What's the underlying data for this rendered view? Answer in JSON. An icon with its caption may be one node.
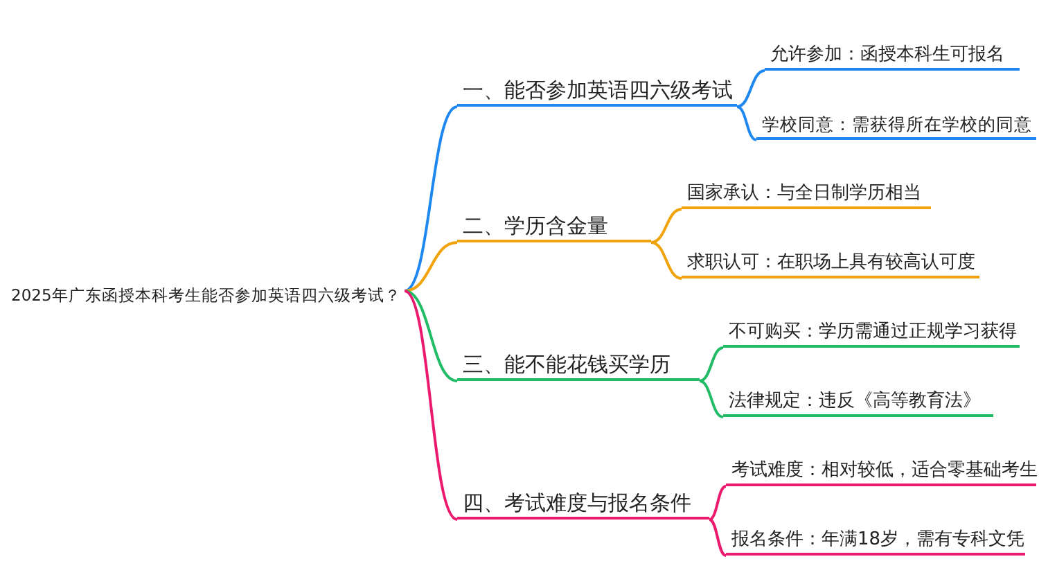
{
  "diagram": {
    "nodes": [
      {
        "text": [
          "2025年广东函授本科考生能否参加英语四六级考试？"
        ]
      },
      {
        "text": [
          "一、能否参加英语四六级考试"
        ]
      },
      {
        "text": [
          "允许参加：函授本科生可报名"
        ]
      },
      {
        "text": [
          "学校同意：需获得所在学校的同意"
        ]
      },
      {
        "text": [
          "二、学历含金量"
        ]
      },
      {
        "text": [
          "国家承认：与全日制学历相当"
        ]
      },
      {
        "text": [
          "求职认可：在职场上具有较高认可度"
        ]
      },
      {
        "text": [
          "三、能不能花钱买学历"
        ]
      },
      {
        "text": [
          "不可购买：学历需通过正规学习获得"
        ]
      },
      {
        "text": [
          "法律规定：违反《高等教育法》"
        ]
      },
      {
        "text": [
          "四、考试难度与报名条件"
        ]
      },
      {
        "text": [
          "考试难度：相对较低，适合零基础考生"
        ]
      },
      {
        "text": [
          "报名条件：年满18岁，需有专科文凭"
        ]
      }
    ],
    "edges": [
      {
        "from": 0,
        "to": 1,
        "arrow": "none",
        "color": "#1e88f0"
      },
      {
        "from": 1,
        "to": 2,
        "arrow": "none",
        "color": "#1e88f0"
      },
      {
        "from": 1,
        "to": 3,
        "arrow": "none",
        "color": "#1e88f0"
      },
      {
        "from": 0,
        "to": 4,
        "arrow": "none",
        "color": "#f0a30a"
      },
      {
        "from": 4,
        "to": 5,
        "arrow": "none",
        "color": "#f0a30a"
      },
      {
        "from": 4,
        "to": 6,
        "arrow": "none",
        "color": "#f0a30a"
      },
      {
        "from": 0,
        "to": 7,
        "arrow": "none",
        "color": "#22bb66"
      },
      {
        "from": 7,
        "to": 8,
        "arrow": "none",
        "color": "#22bb66"
      },
      {
        "from": 7,
        "to": 9,
        "arrow": "none",
        "color": "#22bb66"
      },
      {
        "from": 0,
        "to": 10,
        "arrow": "none",
        "color": "#ec1a6e"
      },
      {
        "from": 10,
        "to": 11,
        "arrow": "none",
        "color": "#ec1a6e"
      },
      {
        "from": 10,
        "to": 12,
        "arrow": "none",
        "color": "#ec1a6e"
      }
    ]
  }
}
